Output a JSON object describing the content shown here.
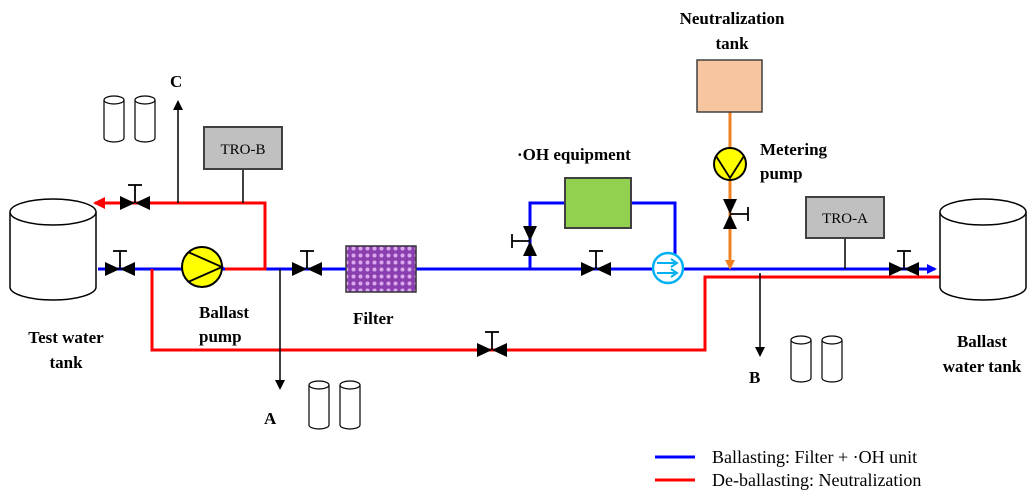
{
  "labels": {
    "neutralization_tank": [
      "Neutralization",
      "tank"
    ],
    "metering_pump": [
      "Metering",
      "pump"
    ],
    "oh_equipment": "·OH equipment",
    "tro_b": "TRO-B",
    "tro_a": "TRO-A",
    "ballast_pump": [
      "Ballast",
      "pump"
    ],
    "filter": "Filter",
    "test_water_tank": [
      "Test water",
      "tank"
    ],
    "ballast_water_tank": [
      "Ballast",
      "water tank"
    ],
    "sample_a": "A",
    "sample_b": "B",
    "sample_c": "C"
  },
  "legend": [
    {
      "label": "Ballasting: Filter + ·OH unit",
      "color": "#0000ff"
    },
    {
      "label": "De-ballasting: Neutralization",
      "color": "#ff0000"
    }
  ],
  "colors": {
    "ballast_line": "#0000ff",
    "deballast_line": "#ff0000",
    "dosing_line": "#f08020",
    "neutralization_tank_fill": "#f7c59f",
    "oh_equipment_fill": "#92d050",
    "tro_fill": "#c0c0c0",
    "pump_fill": "#ffff00",
    "filter_fill": "#8b3fae",
    "mixer_color": "#00b0f0"
  }
}
